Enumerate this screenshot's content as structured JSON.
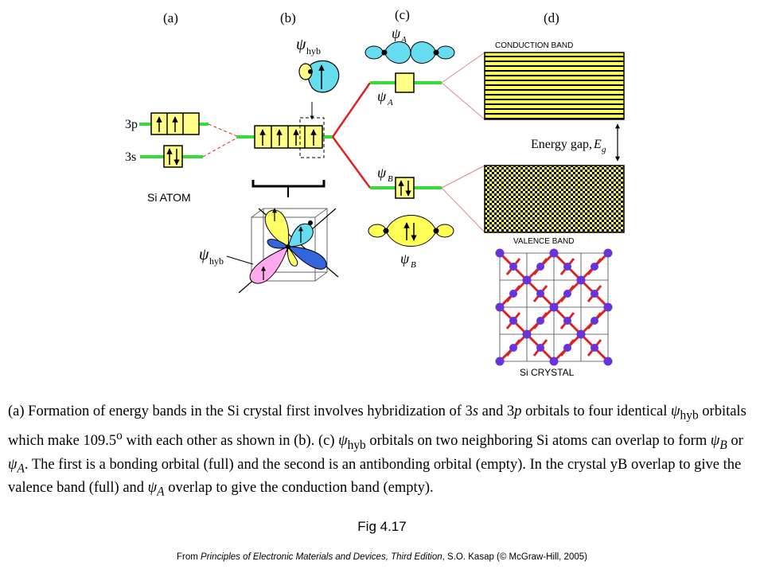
{
  "panels": {
    "a": "(a)",
    "b": "(b)",
    "c": "(c)",
    "d": "(d)"
  },
  "atom": {
    "level_3p": "3p",
    "level_3s": "3s",
    "title": "Si  ATOM"
  },
  "orbitals": {
    "psi": "ψ",
    "hyb": "hyb",
    "A": "A",
    "B": "B"
  },
  "bands": {
    "conduction": "CONDUCTION BAND",
    "valence": "VALENCE BAND",
    "gap_prefix": "Energy gap, ",
    "gap_symbol": "E",
    "gap_sub": "g",
    "crystal": "Si CRYSTAL"
  },
  "caption": {
    "t1": "(a) Formation of energy bands in the Si crystal first involves hybridization of 3",
    "t2": "s",
    "t3": " and 3",
    "t4": "p",
    "t5": " orbitals to four identical ",
    "psi": "ψ",
    "hyb": "hyb",
    "t6": " orbitals which make 109.5",
    "deg": "o",
    "t7": " with each other as shown in (b). (c) ",
    "t8": " orbitals on two neighboring Si atoms can overlap to form ",
    "B": "B",
    "t9": " or ",
    "A": "A",
    "t10": ". The first is a bonding orbital (full) and the second is an antibonding orbital (empty). In the crystal yB overlap to give the valence band (full) and ",
    "t11": " overlap to give the conduction band (empty)."
  },
  "figure_label": "Fig 4.17",
  "credit": {
    "prefix": "From ",
    "book": "Principles of Electronic Materials and Devices, Third Edition",
    "suffix": ", S.O. Kasap (© McGraw-Hill,  2005)"
  },
  "colors": {
    "box_fill": "#ffff88",
    "green": "#33dd33",
    "red": "#dd2222",
    "cyan": "#66ddee",
    "blue": "#3366dd",
    "pink": "#ffaaee",
    "atom": "#6633dd"
  }
}
